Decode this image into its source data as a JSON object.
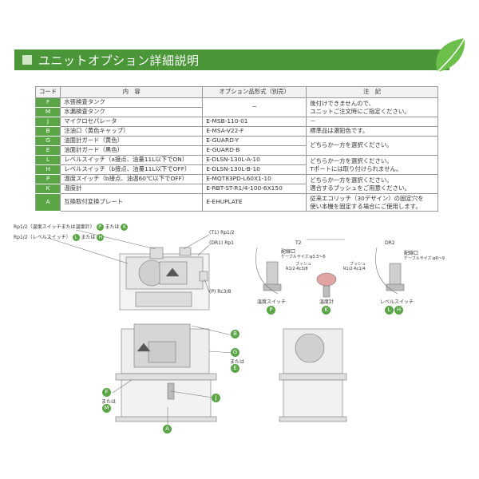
{
  "header": {
    "title": "ユニットオプション詳細説明"
  },
  "table": {
    "headers": [
      "コード",
      "内　容",
      "オプション品形式（別売）",
      "注　記"
    ],
    "rows": [
      {
        "code": "F",
        "content": "水張検査タンク",
        "model": "",
        "note": ""
      },
      {
        "code": "M",
        "content": "水漏検査タンク",
        "model": "",
        "note": ""
      },
      {
        "code": "J",
        "content": "マイクロセパレータ",
        "model": "E-MSB-110-01",
        "note": "－"
      },
      {
        "code": "B",
        "content": "注油口（黄色キャップ）",
        "model": "E-MSA-V22-F",
        "note": "標準品は濃鉛色です。"
      },
      {
        "code": "G",
        "content": "油面計ガード（黄色）",
        "model": "E-GUARD-Y",
        "note": ""
      },
      {
        "code": "E",
        "content": "油面計ガード（黒色）",
        "model": "E-GUARD-B",
        "note": ""
      },
      {
        "code": "L",
        "content": "レベルスイッチ（a接点、油量11L以下でON）",
        "model": "E-DLSN-130L-A-10",
        "note": ""
      },
      {
        "code": "H",
        "content": "レベルスイッチ（b接点、油量11L以下でOFF）",
        "model": "E-DLSN-130L-B-10",
        "note": ""
      },
      {
        "code": "P",
        "content": "温度スイッチ（b接点、油温60℃以下でOFF）",
        "model": "E-MQT83PD-L60X1-10",
        "note": ""
      },
      {
        "code": "K",
        "content": "温度計",
        "model": "E-RBT-ST-R1/4-100-6X150",
        "note": ""
      },
      {
        "code": "A",
        "content": "互換取付変換プレート",
        "model": "E-EHUPLATE",
        "note": ""
      }
    ],
    "merged_model_FM": "－",
    "note_FM_1": "後付けできませんので、",
    "note_FM_2": "ユニットご注文時にご指定ください。",
    "note_GE": "どちらか一方を選択ください。",
    "note_LH_1": "どちらか一方を選択ください。",
    "note_LH_2": "Tポートには取り付けられません。",
    "note_PK_1": "どちらか一方を選択ください。",
    "note_PK_2": "適合するブッシュをご用意ください。",
    "note_A_1": "従来エコリッチ（30デザイン）の固定穴を",
    "note_A_2": "使い本機を固定する場合にご使用します。"
  },
  "drawing": {
    "callout_t2": "Rp1/2（温度スイッチまたは温度計）",
    "callout_dr2": "Rp1/2（レベルスイッチ）",
    "or": "または",
    "t2": "T2",
    "dr2": "DR2",
    "t1": "Rp1/2",
    "dr1": "Rp1",
    "p_port": "Rc3/8",
    "t1_tag": "T1",
    "dr1_tag": "DR1",
    "p_tag": "P",
    "detail_t2": "T2",
    "detail_dr2": "DR2",
    "wiring_port": "配線口",
    "cable_size_1": "ケーブルサイズ:φ3.5～6",
    "cable_size_2": "ケーブルサイズ:φ6～9",
    "bushing": "ブッシュ",
    "bushing_1": "R1/2-Rc3/8",
    "bushing_2": "R1/2-Rc1/4",
    "temp_switch": "温度スイッチ",
    "thermometer": "温度計",
    "level_switch": "レベルスイッチ",
    "or2": "または",
    "or3": "または",
    "codes": {
      "P": "P",
      "K": "K",
      "L": "L",
      "H": "H",
      "B": "B",
      "G": "G",
      "E": "E",
      "F": "F",
      "M": "M",
      "J": "J",
      "A": "A"
    }
  },
  "colors": {
    "brand_green": "#4a9638",
    "code_green": "#5aa546"
  }
}
